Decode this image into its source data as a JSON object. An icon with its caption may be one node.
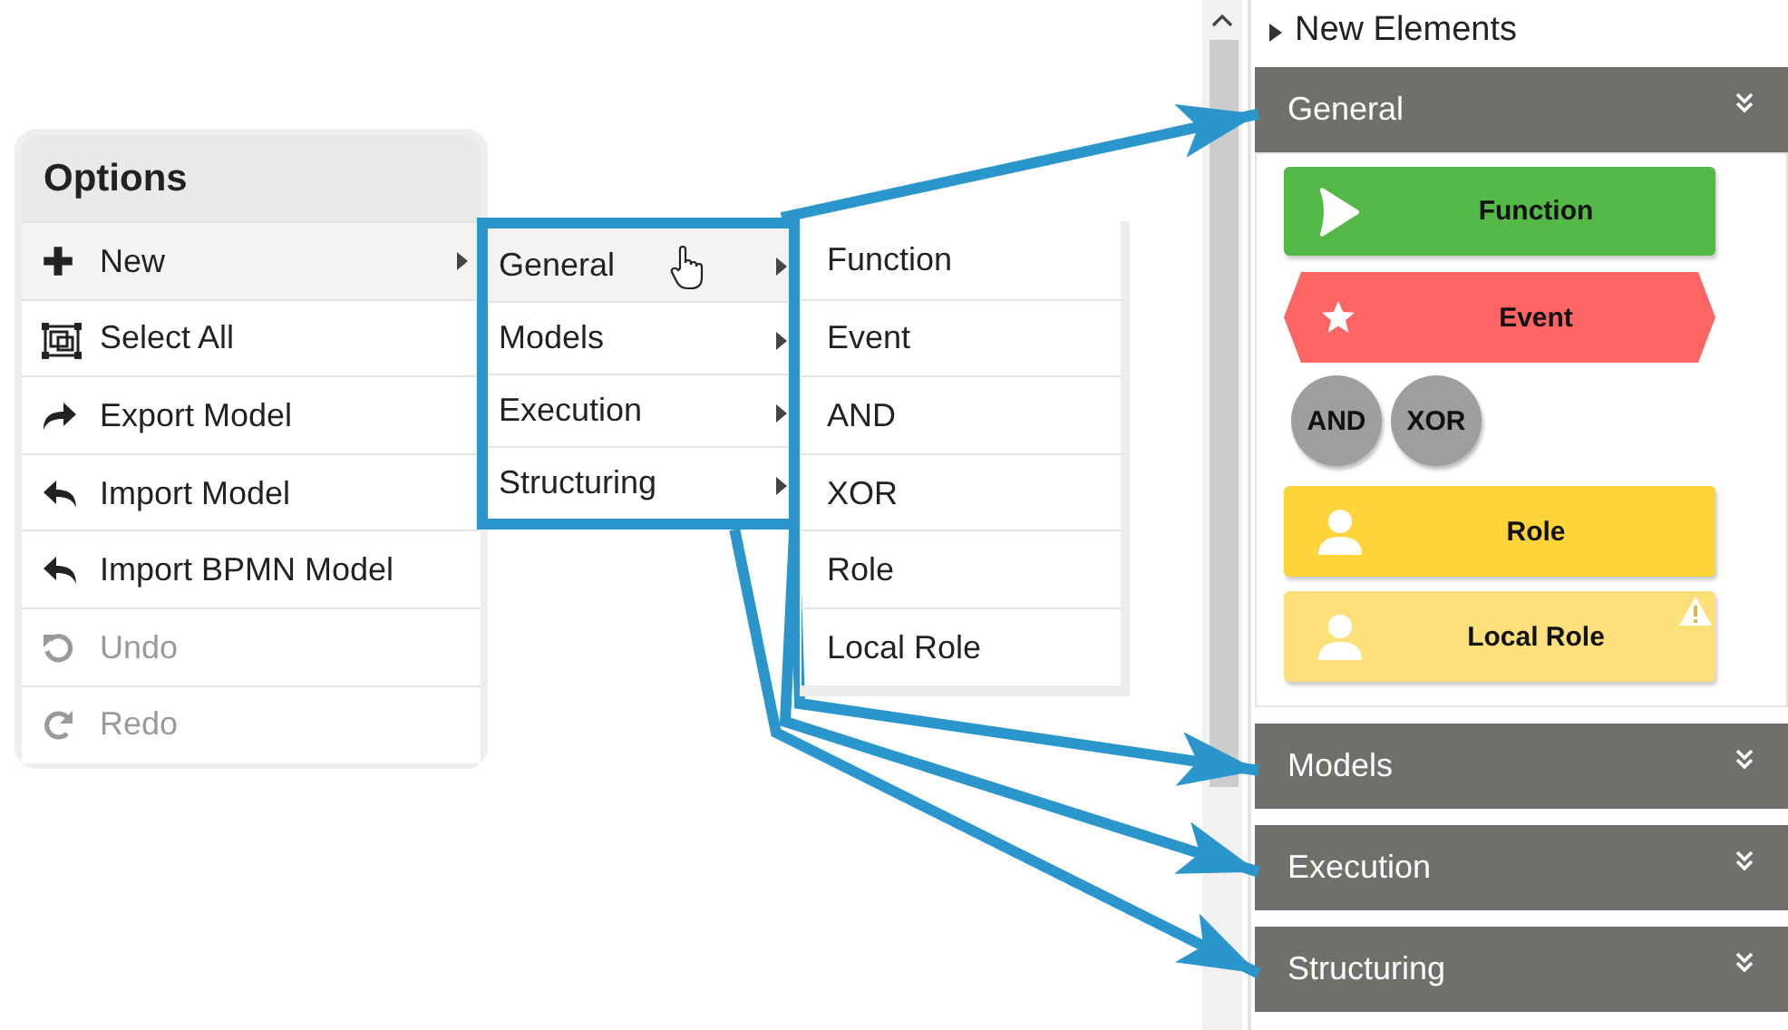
{
  "diagram": {
    "nodes": [
      {
        "text": [
          "Options"
        ]
      },
      {
        "text": [
          "New"
        ],
        "in": 0
      },
      {
        "text": [
          "Select All"
        ],
        "in": 0
      },
      {
        "text": [
          "Export Model"
        ],
        "in": 0
      },
      {
        "text": [
          "Import Model"
        ],
        "in": 0
      },
      {
        "text": [
          "Import BPMN Model"
        ],
        "in": 0
      },
      {
        "text": [
          "Undo"
        ],
        "in": 0
      },
      {
        "text": [
          "Redo"
        ],
        "in": 0
      },
      {
        "text": [],
        "shape": "box"
      },
      {
        "text": [
          "General"
        ],
        "in": 8
      },
      {
        "text": [
          "Models"
        ],
        "in": 8
      },
      {
        "text": [
          "Execution"
        ],
        "in": 8
      },
      {
        "text": [
          "Structuring"
        ],
        "in": 8
      },
      {
        "text": [],
        "shape": "box"
      },
      {
        "text": [
          "Function"
        ],
        "in": 13
      },
      {
        "text": [
          "Event"
        ],
        "in": 13
      },
      {
        "text": [
          "AND"
        ],
        "in": 13
      },
      {
        "text": [
          "XOR"
        ],
        "in": 13
      },
      {
        "text": [
          "Role"
        ],
        "in": 13
      },
      {
        "text": [
          "Local Role"
        ],
        "in": 13
      },
      {
        "text": [
          "New Elements"
        ]
      },
      {
        "text": [
          "General"
        ],
        "in": 20
      },
      {
        "text": [
          "Function"
        ],
        "in": 20
      },
      {
        "text": [
          "Event"
        ],
        "in": 20
      },
      {
        "text": [
          "AND"
        ],
        "in": 20
      },
      {
        "text": [
          "XOR"
        ],
        "in": 20
      },
      {
        "text": [
          "Role"
        ],
        "in": 20
      },
      {
        "text": [
          "Local Role"
        ],
        "in": 20
      },
      {
        "text": [
          "Models"
        ],
        "in": 20
      },
      {
        "text": [
          "Execution"
        ],
        "in": 20
      },
      {
        "text": [
          "Structuring"
        ],
        "in": 20
      }
    ],
    "edges": [
      {
        "from": 9,
        "to": 21,
        "arrow": "to"
      },
      {
        "from": 10,
        "to": 28,
        "arrow": "to"
      },
      {
        "from": 11,
        "to": 29,
        "arrow": "to"
      },
      {
        "from": 12,
        "to": 30,
        "arrow": "to"
      }
    ]
  }
}
